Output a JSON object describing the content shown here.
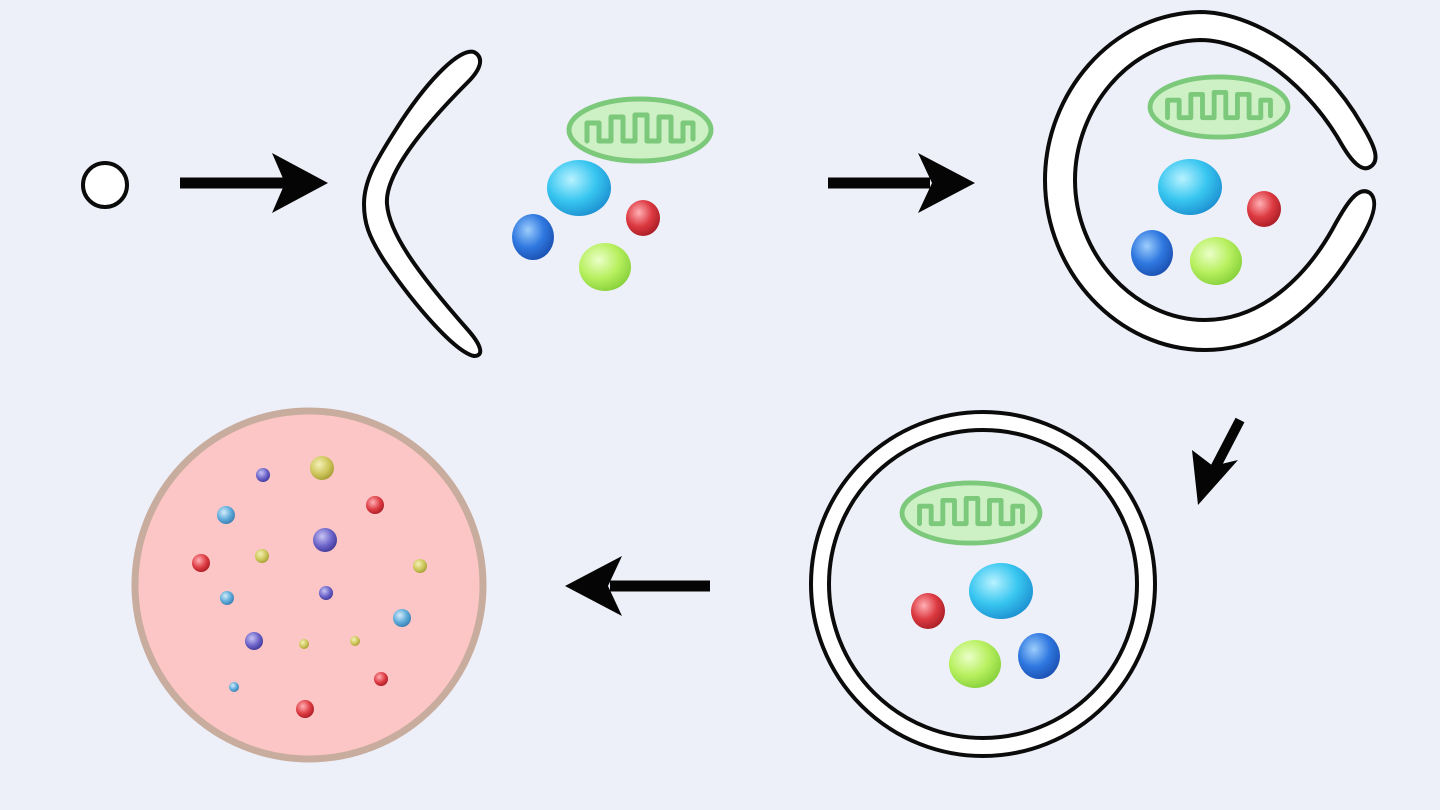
{
  "colors": {
    "background": "#eef0f9",
    "arrow": "#050505",
    "membrane_outline": "#0b0b0b",
    "membrane_fill": "#ffffff",
    "mitochondrion_fill": "#cdf0c4",
    "mitochondrion_stroke": "#7cc97c",
    "organelle_cyan": "#38c6f0",
    "organelle_blue": "#2f78e0",
    "organelle_red": "#dd3a42",
    "organelle_green": "#b8f060",
    "lysosome_fill": "#fdc6c6",
    "lysosome_rim": "#c8ad9f",
    "particle_purple": "#6a62c8",
    "particle_olive": "#cdc65a",
    "particle_teal": "#5aa8d8"
  },
  "stages": [
    "phagophore-initiation",
    "phagophore-expansion",
    "phagophore-closing",
    "autophagosome",
    "autolysosome-degradation"
  ],
  "cargo": [
    "mitochondrion",
    "cyan-organelle",
    "blue-organelle",
    "red-organelle",
    "green-organelle"
  ],
  "degradation_particles": [
    {
      "color": "particle_olive",
      "size": "large"
    },
    {
      "color": "particle_purple",
      "size": "small"
    },
    {
      "color": "organelle_red",
      "size": "medium"
    },
    {
      "color": "particle_teal",
      "size": "medium"
    },
    {
      "color": "particle_purple",
      "size": "large"
    },
    {
      "color": "particle_olive",
      "size": "small"
    },
    {
      "color": "organelle_red",
      "size": "medium"
    },
    {
      "color": "particle_olive",
      "size": "small"
    },
    {
      "color": "particle_teal",
      "size": "small"
    },
    {
      "color": "particle_purple",
      "size": "small"
    },
    {
      "color": "particle_teal",
      "size": "medium"
    },
    {
      "color": "particle_purple",
      "size": "medium"
    },
    {
      "color": "particle_olive",
      "size": "tiny"
    },
    {
      "color": "particle_olive",
      "size": "tiny"
    },
    {
      "color": "particle_teal",
      "size": "tiny"
    },
    {
      "color": "organelle_red",
      "size": "small"
    },
    {
      "color": "organelle_red",
      "size": "medium"
    }
  ]
}
